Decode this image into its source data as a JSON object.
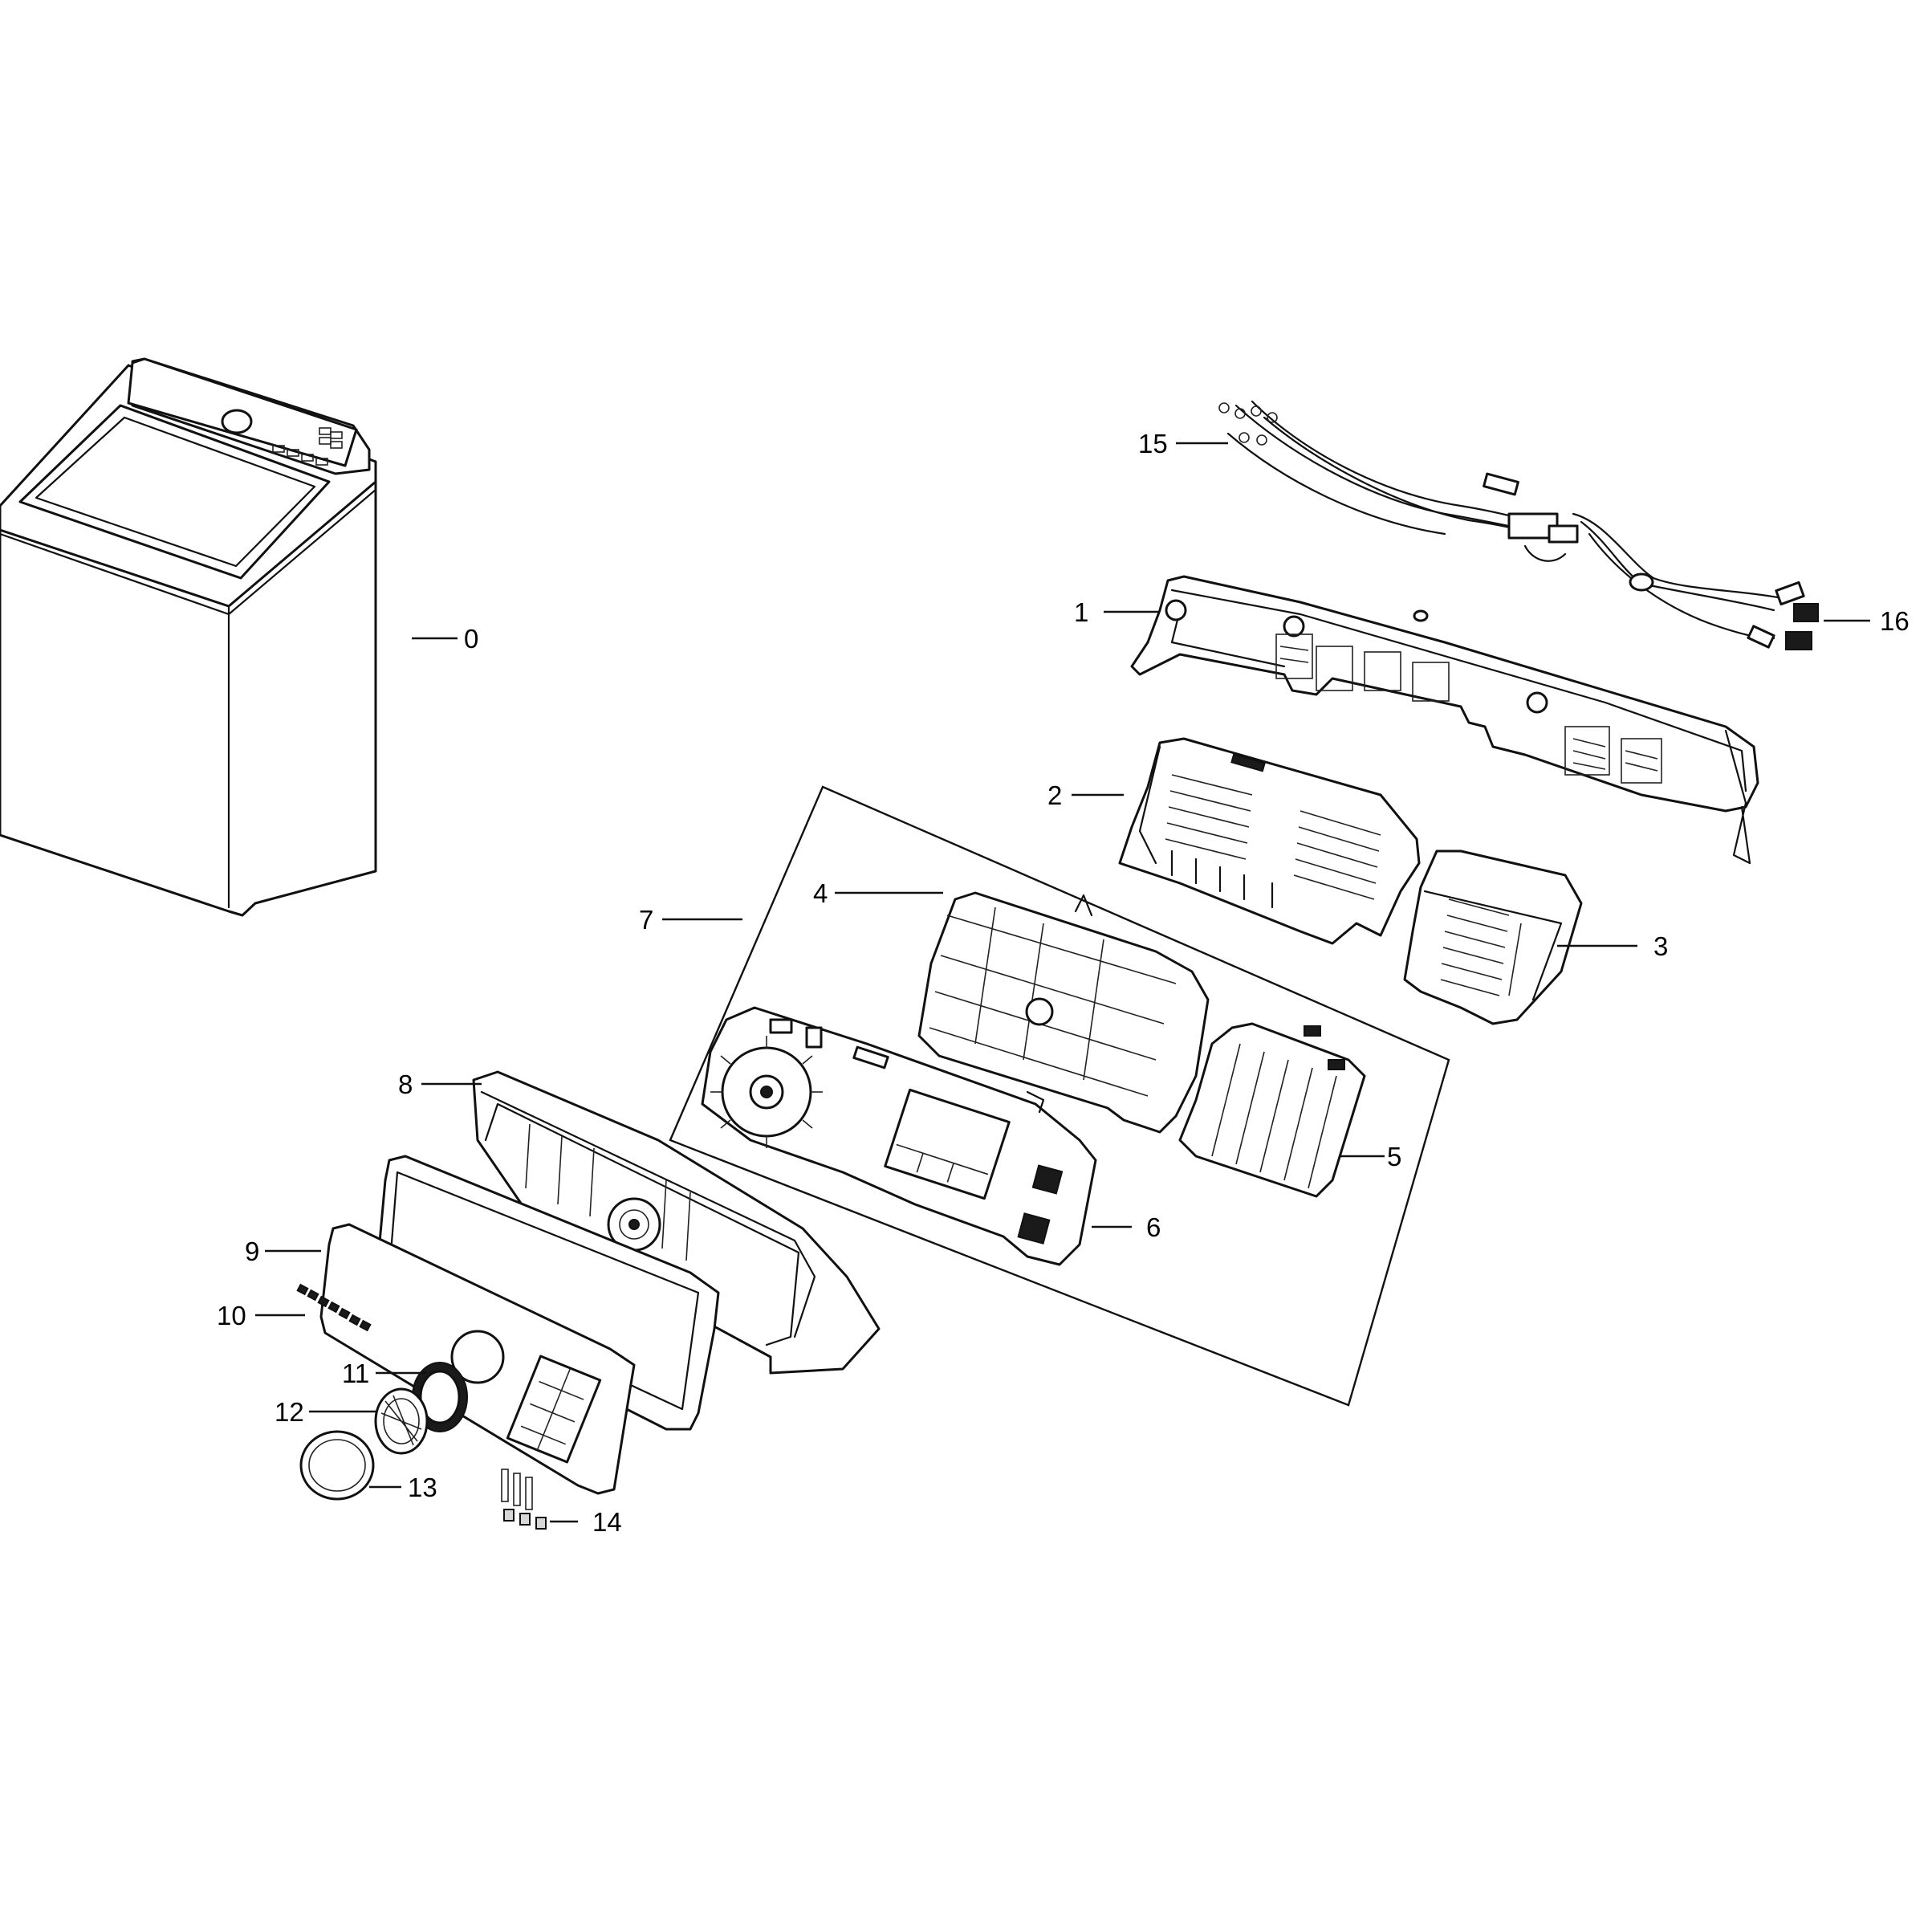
{
  "callouts": [
    {
      "id": "0",
      "label": "0"
    },
    {
      "id": "1",
      "label": "1"
    },
    {
      "id": "2",
      "label": "2"
    },
    {
      "id": "3",
      "label": "3"
    },
    {
      "id": "4",
      "label": "4"
    },
    {
      "id": "5",
      "label": "5"
    },
    {
      "id": "6",
      "label": "6"
    },
    {
      "id": "7",
      "label": "7"
    },
    {
      "id": "8",
      "label": "8"
    },
    {
      "id": "9",
      "label": "9"
    },
    {
      "id": "10",
      "label": "10"
    },
    {
      "id": "11",
      "label": "11"
    },
    {
      "id": "12",
      "label": "12"
    },
    {
      "id": "13",
      "label": "13"
    },
    {
      "id": "14",
      "label": "14"
    },
    {
      "id": "15",
      "label": "15"
    },
    {
      "id": "16",
      "label": "16"
    }
  ]
}
